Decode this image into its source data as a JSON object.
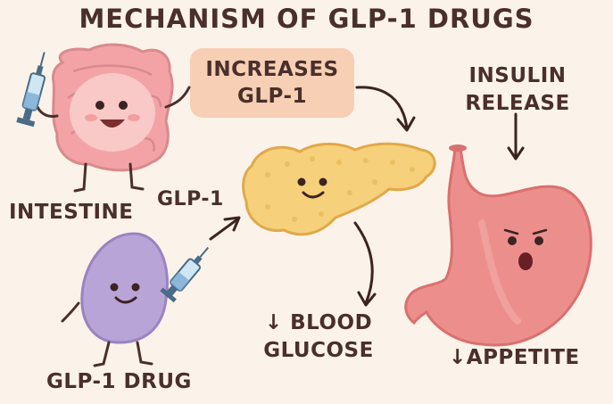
{
  "title": "MECHANISM OF GLP-1 DRUGS",
  "labels": {
    "increases": "INCREASES GLP-1",
    "insulin": "INSULIN RELEASE",
    "glp1": "GLP-1",
    "intestine": "INTESTINE",
    "drug": "GLP-1 DRUG",
    "blood": "↓ BLOOD GLUCOSE",
    "appetite": "↓APPETITE"
  },
  "colors": {
    "background": "#fbf3ea",
    "text": "#4a2f2a",
    "intestine": "#f3a3a6",
    "pancreas": "#f6d07a",
    "stomach": "#ec8f8c",
    "drug": "#b9a4d8",
    "box": "#f7cfb5"
  },
  "icons": [
    "syringe-icon",
    "arrow-icon"
  ]
}
